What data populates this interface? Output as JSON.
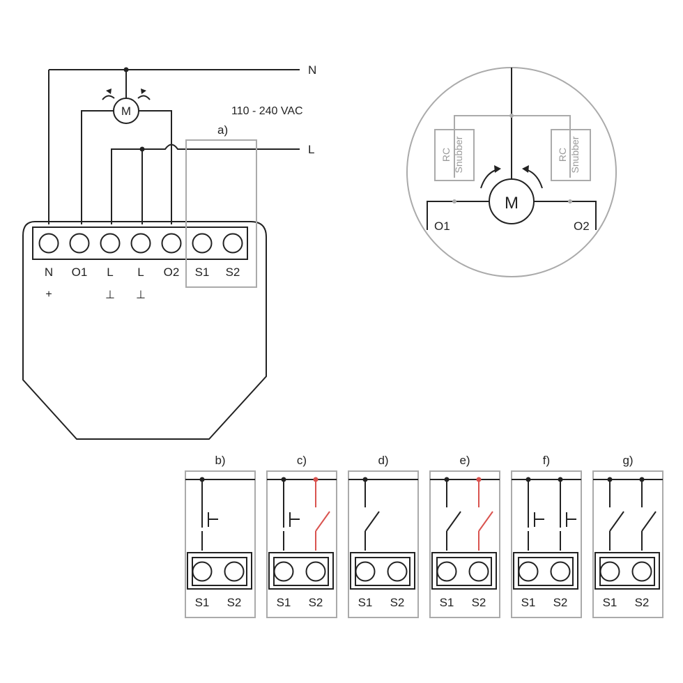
{
  "main_diagram": {
    "line_labels": {
      "neutral": "N",
      "live": "L"
    },
    "voltage": "110 - 240 VAC",
    "motor_label": "M",
    "switch_area_label": "a)",
    "terminals": [
      "N",
      "O1",
      "L",
      "L",
      "O2",
      "S1",
      "S2"
    ],
    "polarity_marks": [
      "+",
      "⊥",
      "⊥"
    ]
  },
  "circle_diagram": {
    "motor_label": "M",
    "snubber_line1": "RC",
    "snubber_line2": "Snubber",
    "output_left": "O1",
    "output_right": "O2"
  },
  "switch_variants": [
    {
      "label": "b)",
      "terminals": [
        "S1",
        "S2"
      ],
      "description_type": "single-pushbutton"
    },
    {
      "label": "c)",
      "terminals": [
        "S1",
        "S2"
      ],
      "description_type": "pushbutton-plus-red-toggle"
    },
    {
      "label": "d)",
      "terminals": [
        "S1",
        "S2"
      ],
      "description_type": "single-toggle"
    },
    {
      "label": "e)",
      "terminals": [
        "S1",
        "S2"
      ],
      "description_type": "toggle-plus-red-toggle"
    },
    {
      "label": "f)",
      "terminals": [
        "S1",
        "S2"
      ],
      "description_type": "double-pushbutton"
    },
    {
      "label": "g)",
      "terminals": [
        "S1",
        "S2"
      ],
      "description_type": "double-toggle"
    }
  ],
  "colors": {
    "wire": "#222222",
    "frame_grey": "#aaaaaa",
    "red_wire": "#d9534f",
    "rc_text": "#9a9a9a"
  }
}
